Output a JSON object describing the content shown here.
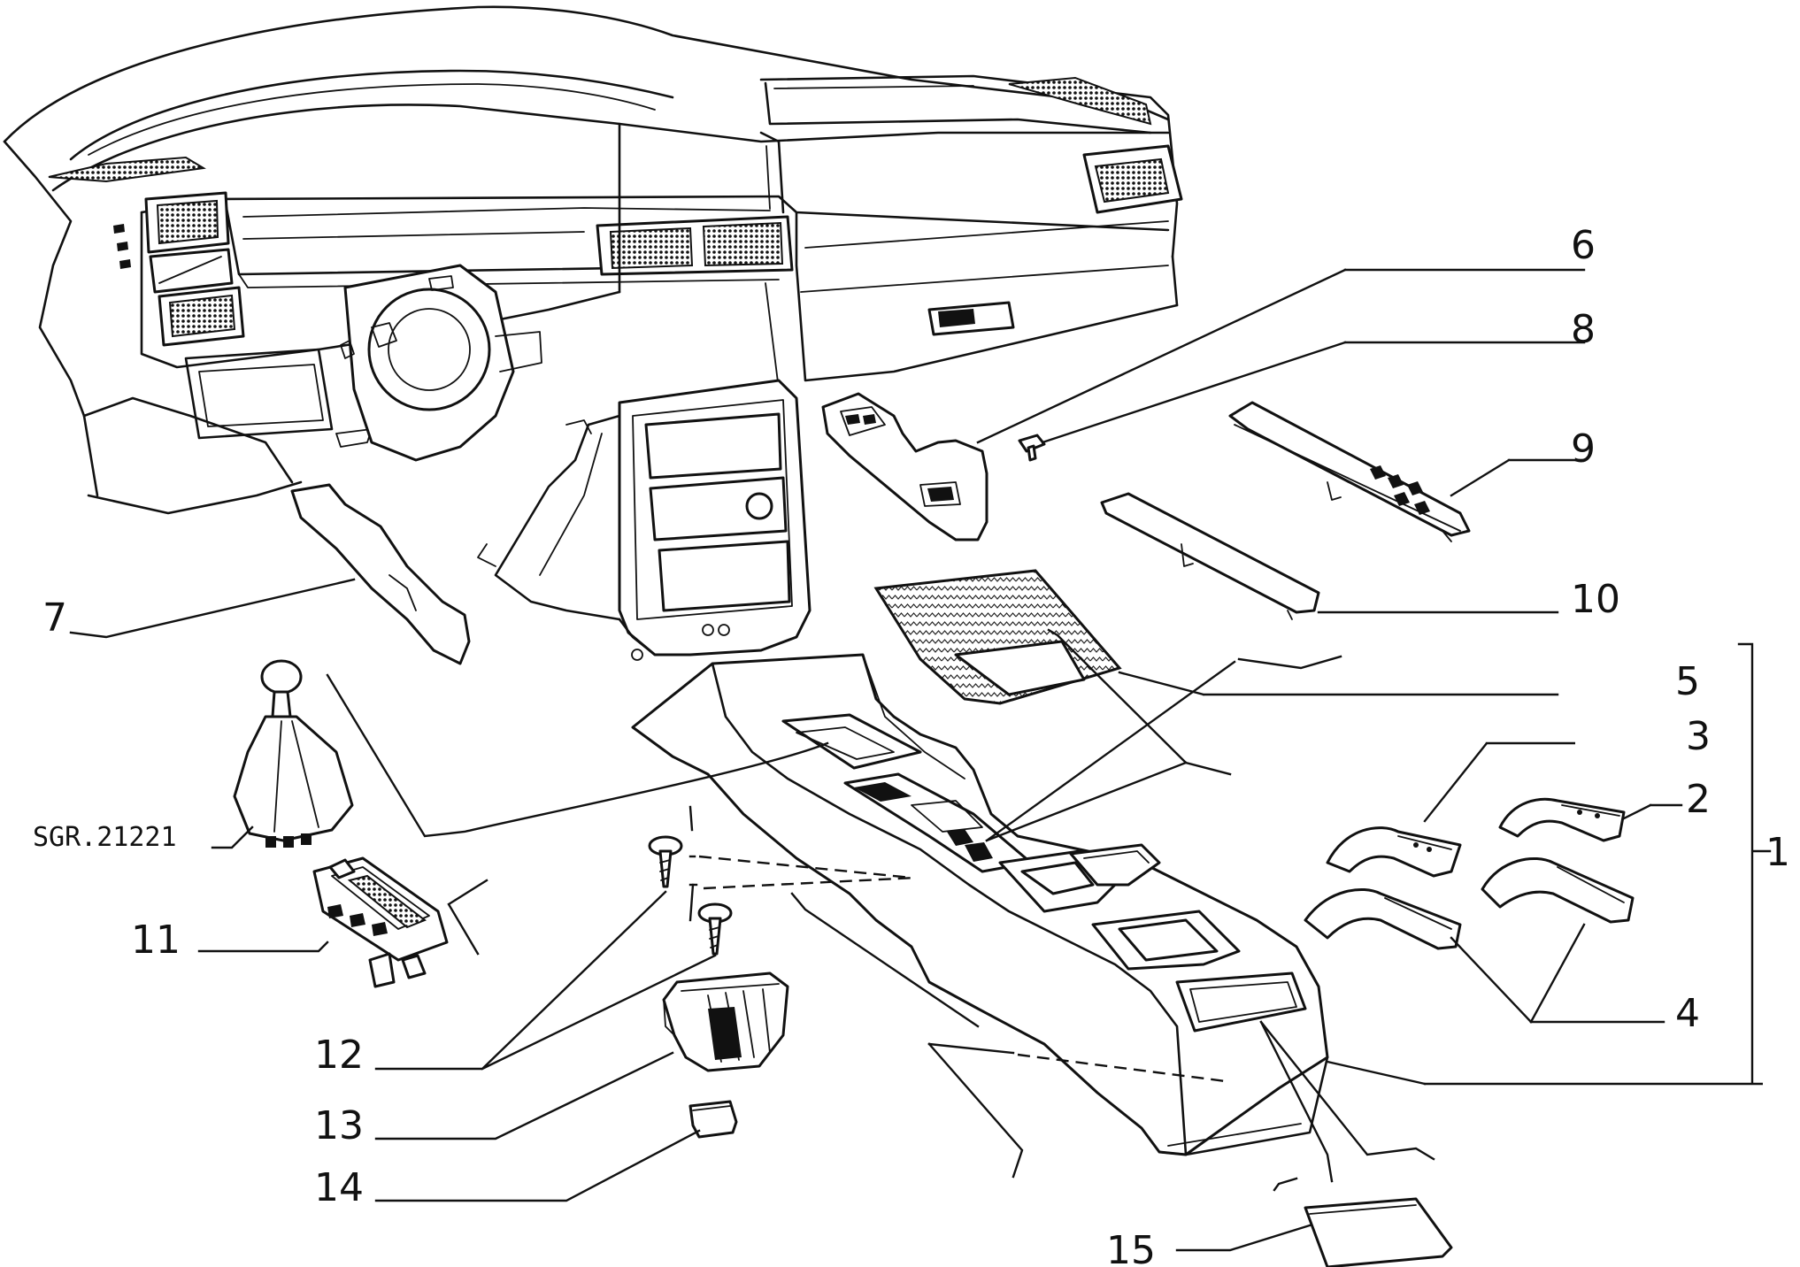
{
  "diagram": {
    "code_label": "SGR.21221",
    "callouts": [
      "1",
      "2",
      "3",
      "4",
      "5",
      "6",
      "7",
      "8",
      "9",
      "10",
      "11",
      "12",
      "13",
      "14",
      "15"
    ]
  },
  "colors": {
    "ink": "#111111",
    "paper": "#ffffff"
  }
}
